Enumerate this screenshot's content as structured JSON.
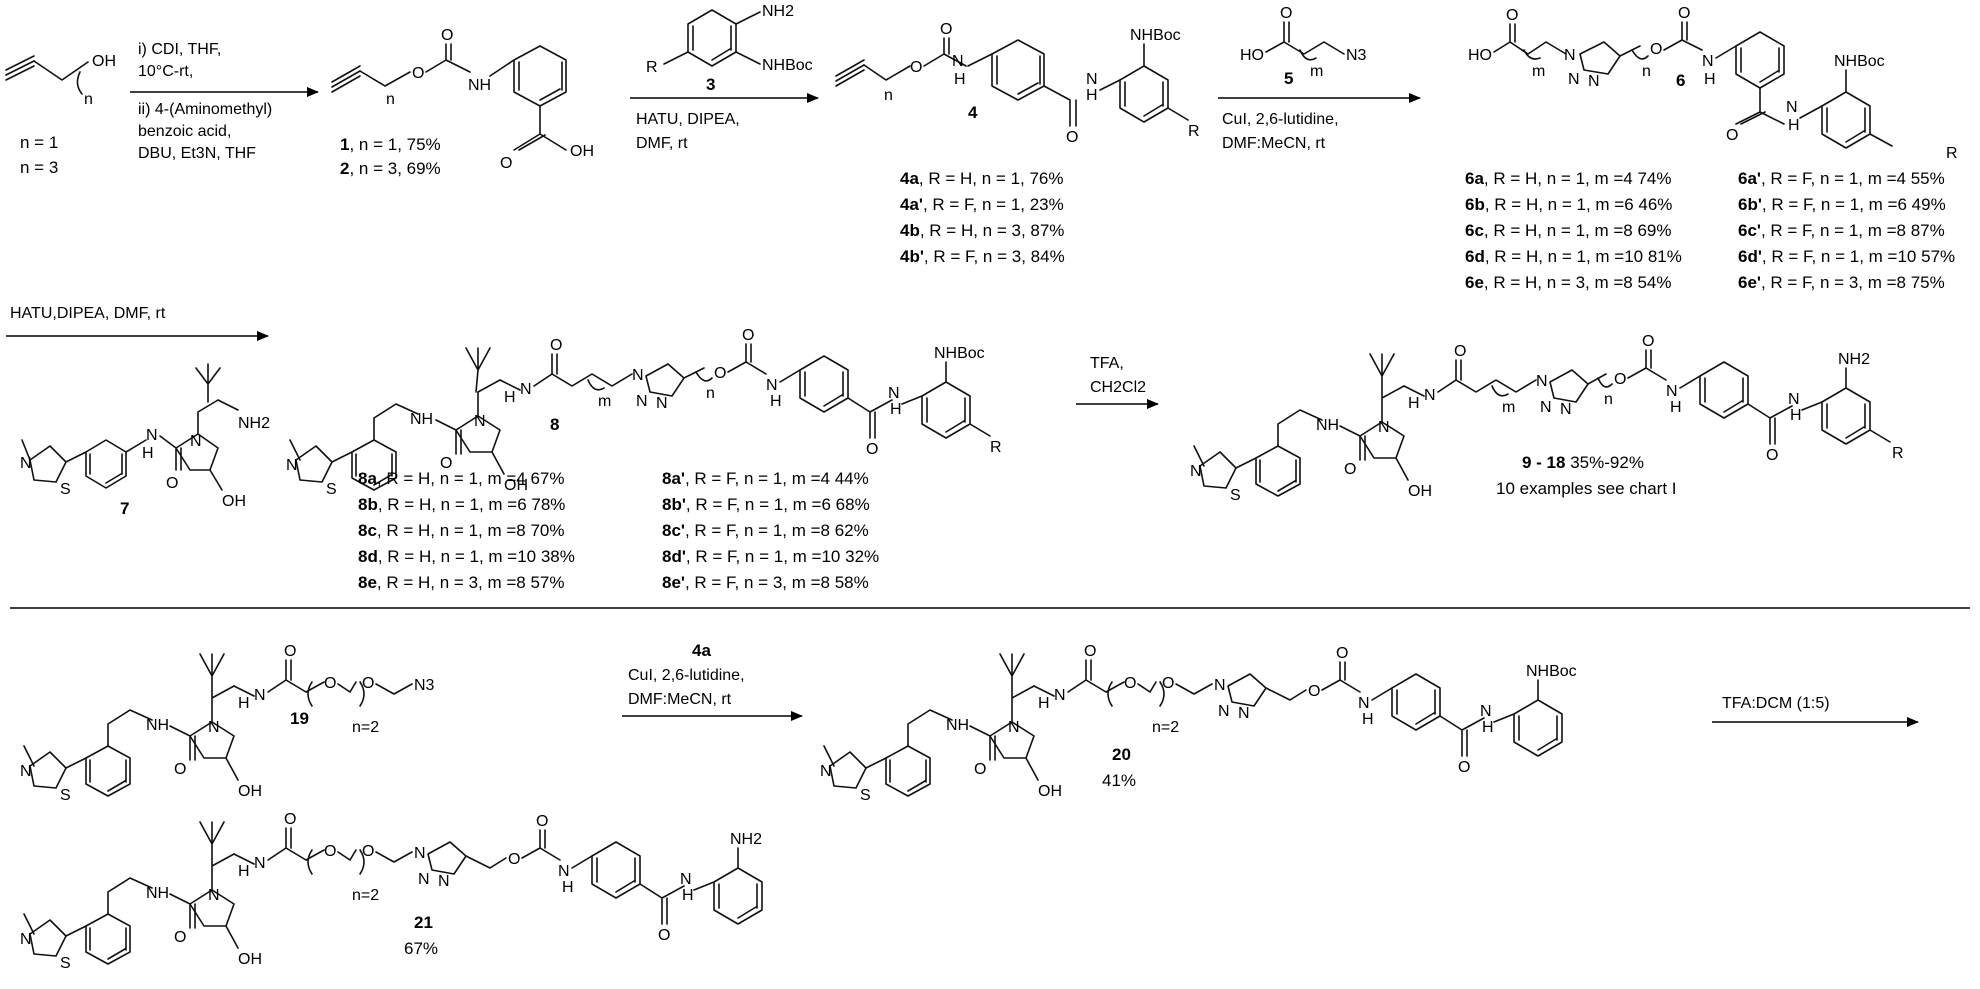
{
  "steps": {
    "s1": {
      "line1": "i) CDI, THF,",
      "line2": "10°C-rt,",
      "line3": "ii) 4-(Aminomethyl)",
      "line4": "benzoic acid,",
      "line5": "DBU, Et3N, THF"
    },
    "s2": {
      "line1": "HATU, DIPEA,",
      "line2": "DMF, rt"
    },
    "s3": {
      "line1": "CuI, 2,6-lutidine,",
      "line2": "DMF:MeCN, rt"
    },
    "s4": {
      "line1": "HATU,DIPEA, DMF, rt"
    },
    "s5": {
      "line1": "TFA,",
      "line2": "CH2Cl2"
    },
    "s6": {
      "reagent": "4a",
      "line1": "CuI, 2,6-lutidine,",
      "line2": "DMF:MeCN, rt"
    },
    "s7": {
      "line1": "TFA:DCM (1:5)"
    }
  },
  "start": {
    "n1": "n = 1",
    "n2": "n = 3"
  },
  "compounds": {
    "c3": "3",
    "c4": "4",
    "c5": "5",
    "c6": "6",
    "c7": "7",
    "c8": "8",
    "c19": "19",
    "c20": "20",
    "c21": "21",
    "c9_18": "9 - 18",
    "c9_18_yield": "35%-92%",
    "c9_18_note": "10 examples see chart I",
    "c20_yield": "41%",
    "c21_yield": "67%"
  },
  "yields": {
    "r1": [
      [
        "1",
        ", n = 1, 75%"
      ],
      [
        "2",
        ", n = 3, 69%"
      ]
    ],
    "r4": [
      [
        "4a",
        ", R = H, n = 1, 76%"
      ],
      [
        "4a'",
        ", R = F, n = 1, 23%"
      ],
      [
        "4b",
        ", R = H, n = 3, 87%"
      ],
      [
        "4b'",
        ", R = F, n = 3, 84%"
      ]
    ],
    "r6L": [
      [
        "6a",
        ", R = H, n = 1, m =4  74%"
      ],
      [
        "6b",
        ", R = H, n = 1, m =6  46%"
      ],
      [
        "6c",
        ", R = H, n = 1, m =8  69%"
      ],
      [
        "6d",
        ", R = H, n = 1, m =10  81%"
      ],
      [
        "6e",
        ", R = H, n = 3, m =8  54%"
      ]
    ],
    "r6R": [
      [
        "6a'",
        ", R = F, n = 1, m =4  55%"
      ],
      [
        "6b'",
        ", R = F, n = 1, m =6  49%"
      ],
      [
        "6c'",
        ", R = F, n = 1, m =8  87%"
      ],
      [
        "6d'",
        ", R = F, n = 1, m =10  57%"
      ],
      [
        "6e'",
        ", R = F, n = 3, m =8  75%"
      ]
    ],
    "r8L": [
      [
        "8a",
        ", R = H, n = 1, m =4  67%"
      ],
      [
        "8b",
        ", R = H, n = 1, m =6  78%"
      ],
      [
        "8c",
        ", R = H, n = 1, m =8  70%"
      ],
      [
        "8d",
        ", R = H, n = 1, m =10  38%"
      ],
      [
        "8e",
        ", R = H, n = 3, m =8  57%"
      ]
    ],
    "r8R": [
      [
        "8a'",
        ", R = F, n = 1, m =4  44%"
      ],
      [
        "8b'",
        ", R = F, n = 1, m =6  68%"
      ],
      [
        "8c'",
        ", R = F, n = 1, m =8  62%"
      ],
      [
        "8d'",
        ", R = F, n = 1, m =10  32%"
      ],
      [
        "8e'",
        ", R = F, n = 3, m =8  58%"
      ]
    ]
  },
  "atoms": {
    "O": "O",
    "OH": "OH",
    "HO": "HO",
    "N": "N",
    "H": "H",
    "NH": "NH",
    "S": "S",
    "NH2": "NH2",
    "NHBoc": "NHBoc",
    "N3": "N3",
    "R": "R",
    "n": "n",
    "m": "m",
    "n2": "n=2"
  }
}
